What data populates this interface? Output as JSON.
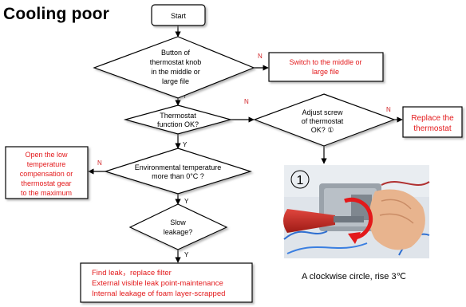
{
  "title": "Cooling poor",
  "nodes": {
    "start": "Start",
    "button_knob": [
      "Button of",
      "thermostat knob",
      "in the middle or",
      "large file"
    ],
    "switch_middle": [
      "Switch to the middle or",
      "large file"
    ],
    "thermo_ok": [
      "Thermostat",
      "function OK?"
    ],
    "adjust_screw": [
      "Adjust screw",
      "of thermostat",
      "OK? ①"
    ],
    "replace_thermostat": [
      "Replace the",
      "thermostat"
    ],
    "env_temp": [
      "Environmental temperature",
      "more than 0°C ?"
    ],
    "open_low_temp": [
      "Open the low",
      "temperature",
      "compensation or",
      "thermostat gear",
      "to the maximum"
    ],
    "slow_leakage": [
      "Slow",
      "leakage?"
    ],
    "find_leak": [
      "Find leak，replace filter",
      "External visible leak point-maintenance",
      "Internal leakage of foam layer-scrapped"
    ]
  },
  "edge_labels": {
    "yes": "Y",
    "no": "N"
  },
  "photo": {
    "badge": "①",
    "caption": "A clockwise circle, rise 3℃"
  },
  "colors": {
    "stroke": "#000000",
    "action_text": "#e3191b",
    "edge_label": "#d2262a",
    "photo_bg": "#dfe4ea"
  }
}
